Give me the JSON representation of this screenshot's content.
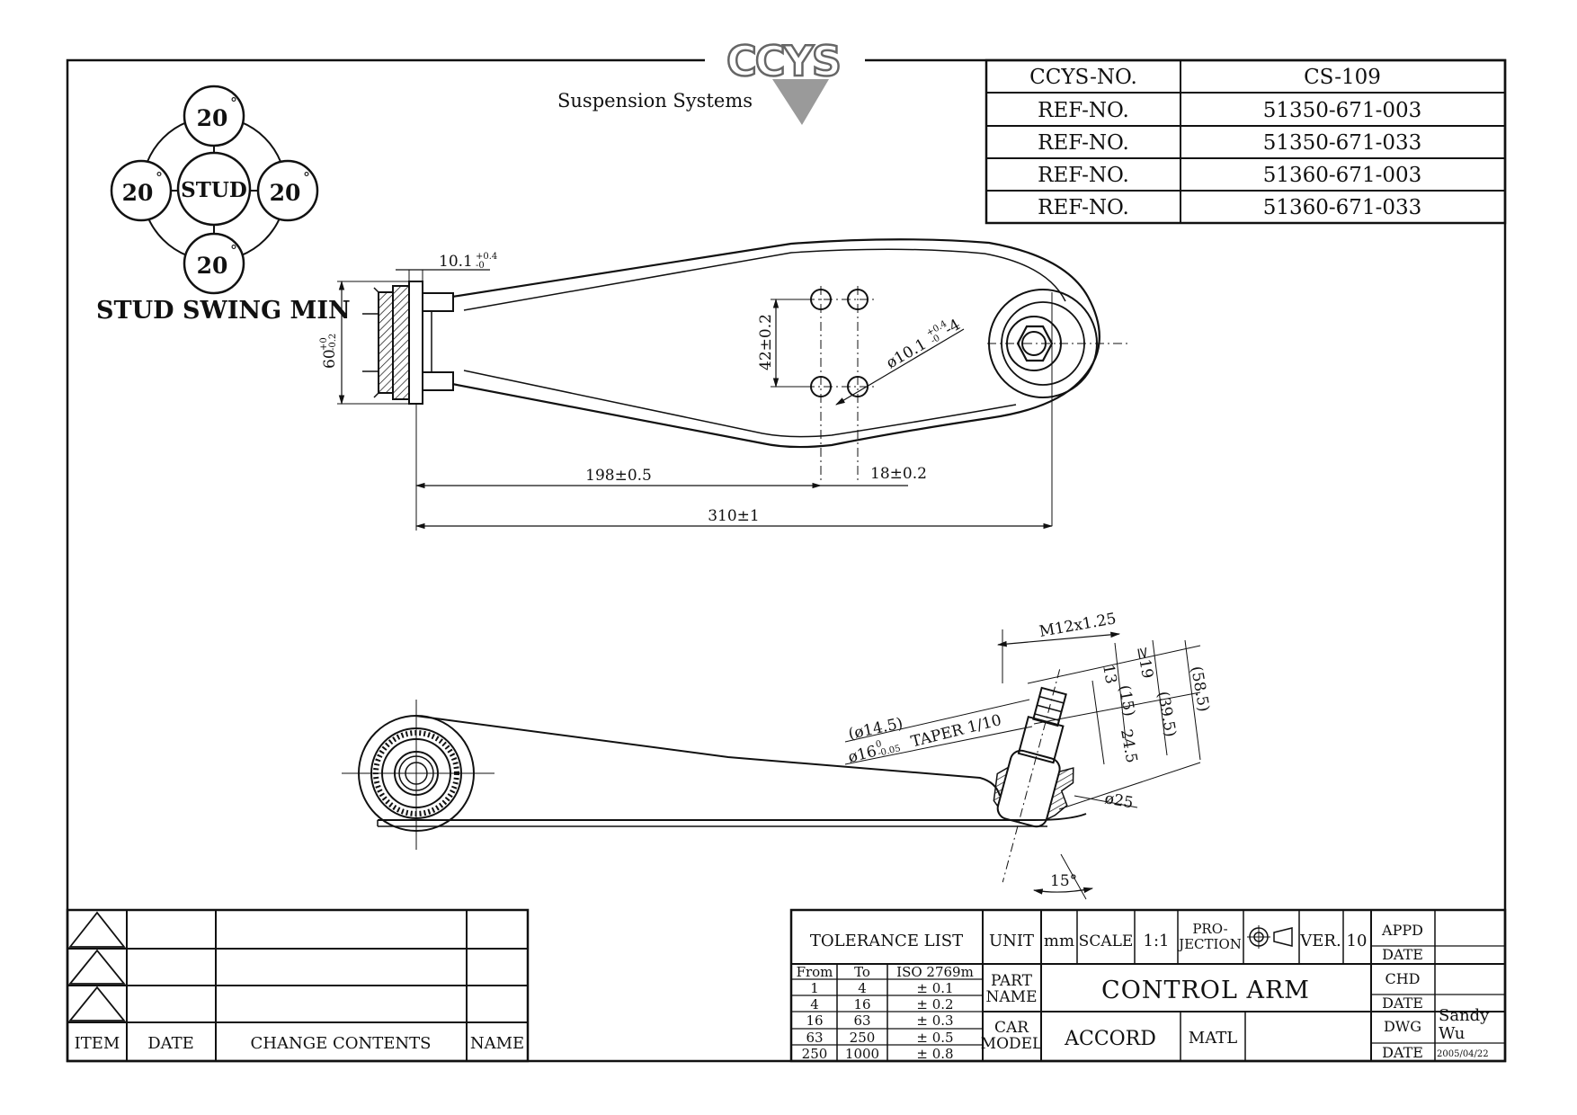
{
  "company": {
    "logo_text": "CCYS",
    "subtitle": "Suspension Systems"
  },
  "stud_swing": {
    "center_label": "STUD",
    "angle_top": "20",
    "angle_left": "20",
    "angle_right": "20",
    "angle_bottom": "20",
    "degree_mark": "°",
    "caption": "STUD SWING MIN"
  },
  "reference_table": [
    {
      "label": "CCYS-NO.",
      "value": "CS-109"
    },
    {
      "label": "REF-NO.",
      "value": "51350-671-003"
    },
    {
      "label": "REF-NO.",
      "value": "51350-671-033"
    },
    {
      "label": "REF-NO.",
      "value": "51360-671-003"
    },
    {
      "label": "REF-NO.",
      "value": "51360-671-033"
    }
  ],
  "top_view_dims": {
    "bushing_width": "10.1",
    "bushing_width_tol_upper": "+0.4",
    "bushing_width_tol_lower": "-0",
    "bushing_height": "60",
    "bushing_height_tol_upper": "+0",
    "bushing_height_tol_lower": "-0.2",
    "hole_spacing_vertical": "42±0.2",
    "hole_diameter": "ø10.1",
    "hole_diameter_tol_upper": "+0.4",
    "hole_diameter_tol_lower": "-0",
    "hole_count": "-4",
    "dist_to_holes": "198±0.5",
    "hole_spacing_horizontal": "18±0.2",
    "overall_length": "310±1"
  },
  "side_view_dims": {
    "thread": "M12x1.25",
    "dim_min_19": "≥19",
    "dim_13": "13",
    "dim_15": "(15)",
    "dim_24_5": "24.5",
    "dim_39_5": "(39.5)",
    "dim_58_5": "(58.5)",
    "taper_small": "(ø14.5)",
    "taper_large": "ø16",
    "taper_tol_upper": "0",
    "taper_tol_lower": "-0.05",
    "taper_label": "TAPER 1/10",
    "boot_diameter": "ø25",
    "angle": "15°"
  },
  "revision_block": {
    "columns": [
      "ITEM",
      "DATE",
      "CHANGE CONTENTS",
      "NAME"
    ]
  },
  "title_block": {
    "tolerance_title": "TOLERANCE LIST",
    "tolerance_headers": [
      "From",
      "To",
      "ISO 2769m"
    ],
    "tolerance_rows": [
      [
        "1",
        "4",
        "± 0.1"
      ],
      [
        "4",
        "16",
        "± 0.2"
      ],
      [
        "16",
        "63",
        "± 0.3"
      ],
      [
        "63",
        "250",
        "± 0.5"
      ],
      [
        "250",
        "1000",
        "± 0.8"
      ]
    ],
    "unit_label": "UNIT",
    "unit_value": "mm",
    "scale_label": "SCALE",
    "scale_value": "1:1",
    "projection_label_1": "PRO-",
    "projection_label_2": "JECTION",
    "version_label": "VER.",
    "version_value": "10",
    "part_name_label_1": "PART",
    "part_name_label_2": "NAME",
    "part_name": "CONTROL ARM",
    "car_model_label_1": "CAR",
    "car_model_label_2": "MODEL",
    "car_model": "ACCORD",
    "matl_label": "MATL",
    "matl_value": "",
    "appd_label": "APPD",
    "date_label": "DATE",
    "chd_label": "CHD",
    "dwg_label": "DWG",
    "dwg_name_1": "Sandy",
    "dwg_name_2": "Wu",
    "dwg_date": "2005/04/22"
  }
}
